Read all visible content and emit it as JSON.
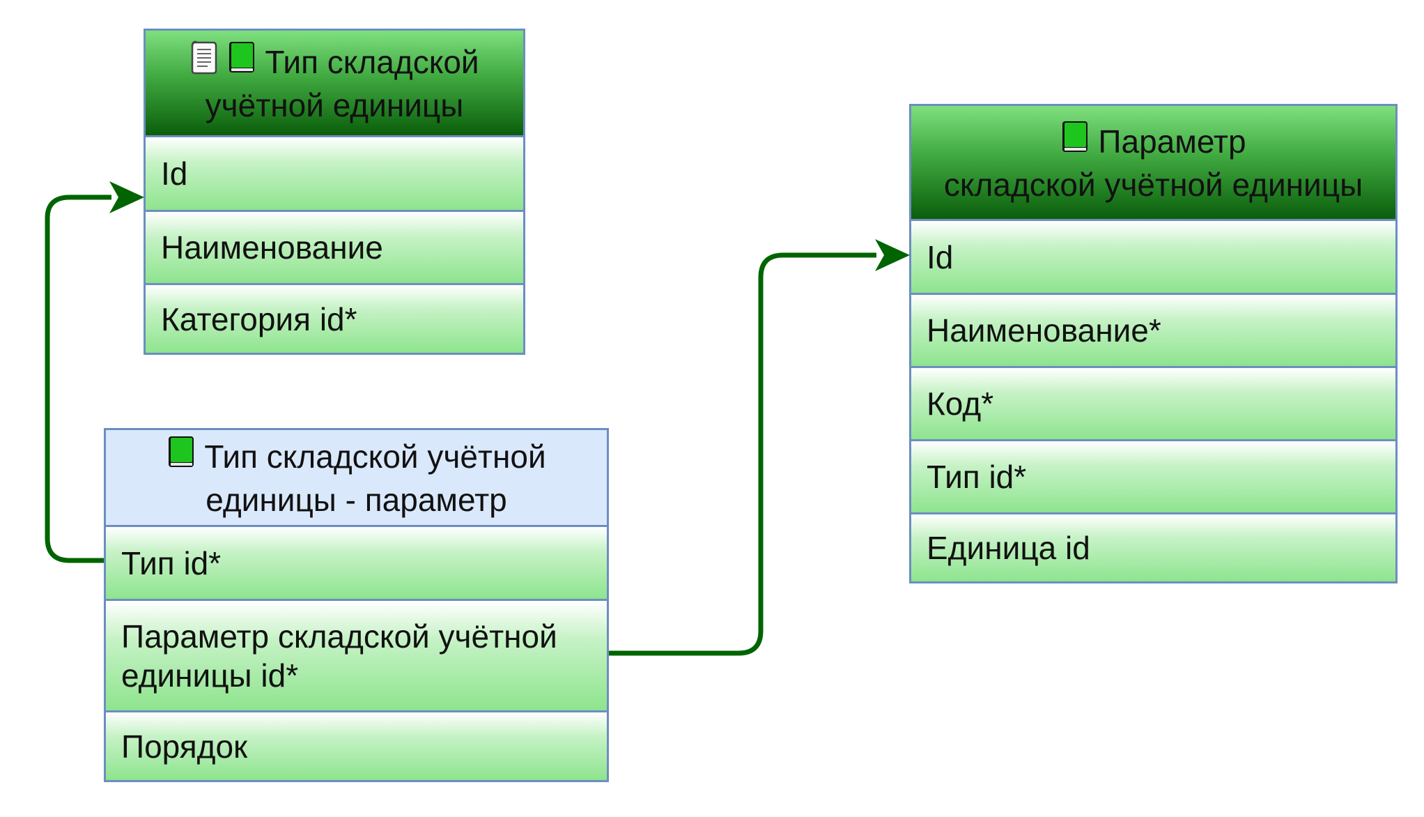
{
  "entities": {
    "type": {
      "header_line1": "Тип складской",
      "header_line2": "учётной единицы",
      "icons": [
        "scroll-icon",
        "book-icon"
      ],
      "fields": [
        "Id",
        "Наименование",
        "Категория id*"
      ]
    },
    "link": {
      "header_line1": "Тип складской учётной",
      "header_line2": "единицы - параметр",
      "icons": [
        "book-icon"
      ],
      "fields": [
        "Тип id*",
        "Параметр складской учётной",
        "единицы id*",
        "Порядок"
      ]
    },
    "param": {
      "header_line1": "Параметр",
      "header_line2": "складской учётной единицы",
      "icons": [
        "book-icon"
      ],
      "fields": [
        "Id",
        "Наименование*",
        "Код*",
        "Тип id*",
        "Единица id"
      ]
    }
  },
  "colors": {
    "border": "#6c8ebf",
    "connector": "#006400",
    "header_dark_bottom": "#0b5e0b",
    "header_light": "#dae8fc",
    "row_green": "#8ee48e"
  }
}
